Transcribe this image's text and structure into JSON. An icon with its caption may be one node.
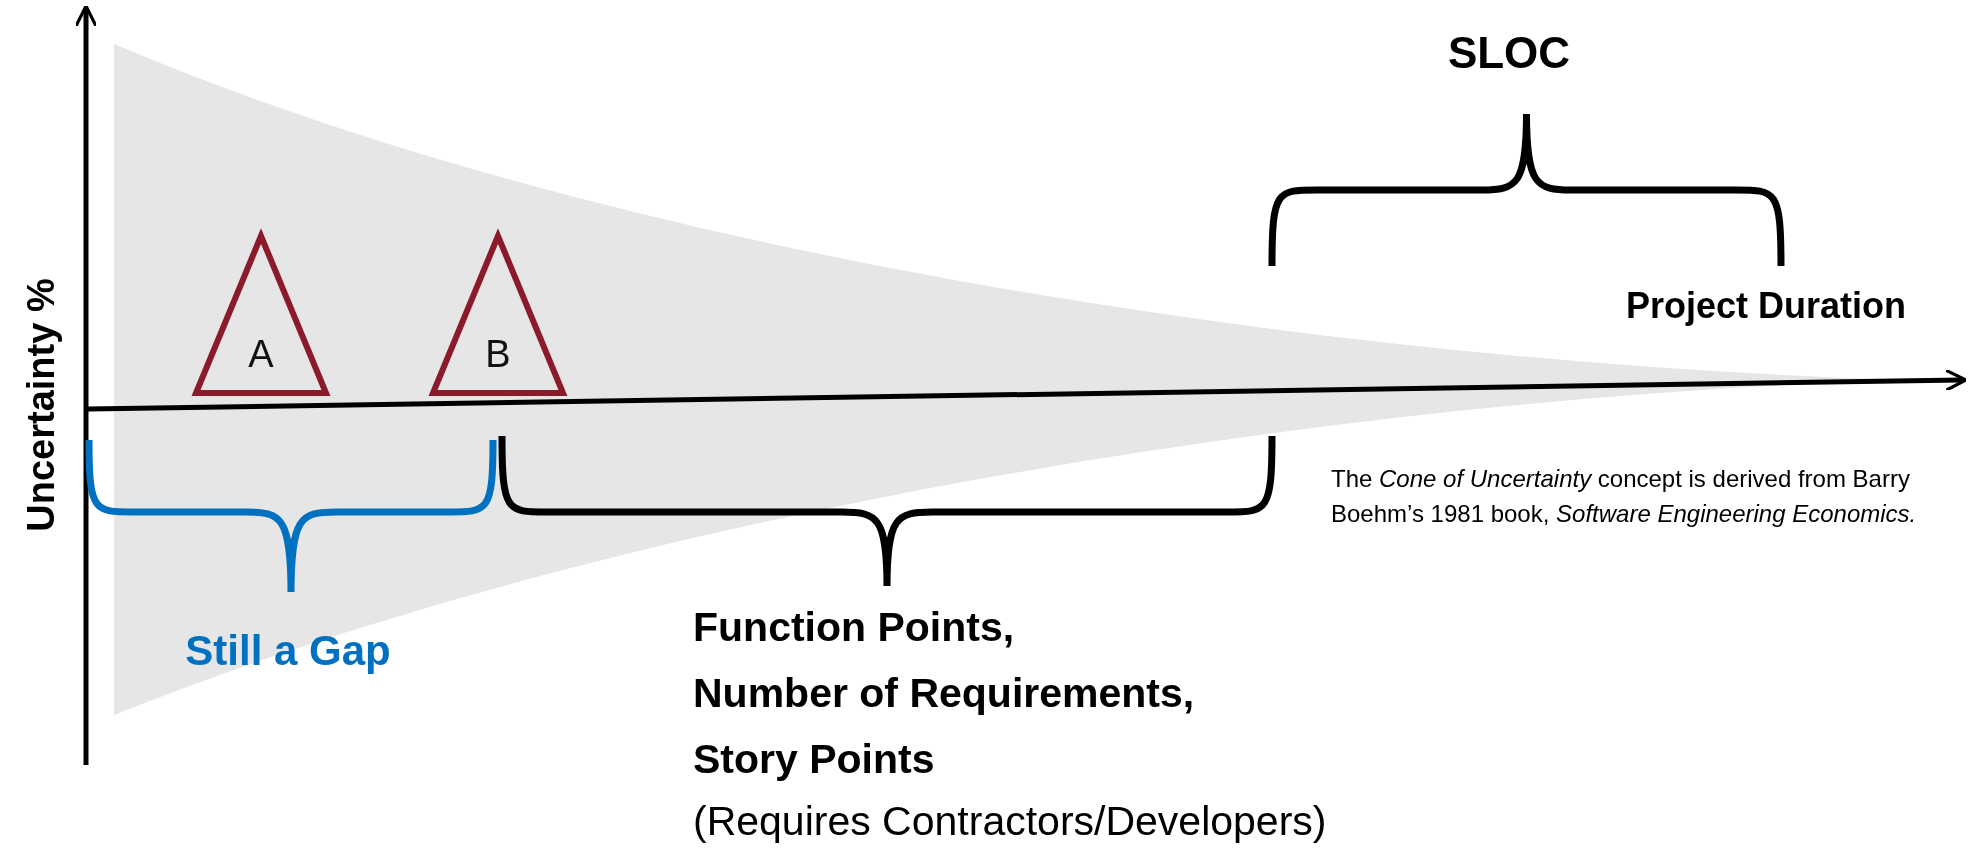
{
  "diagram": {
    "nodes": [
      {
        "text": [
          "A"
        ]
      },
      {
        "text": [
          "B"
        ]
      }
    ],
    "labels": [
      "SLOC",
      "Project Duration",
      "Uncertainty %",
      "Still a Gap",
      "Function Points,",
      "Number of Requirements,",
      "Story Points",
      "(Requires Contractors/Developers)",
      "The *Cone of Uncertainty* concept is derived from Barry Boehm’s 1981 book, *Software Engineering Economics.*"
    ]
  }
}
